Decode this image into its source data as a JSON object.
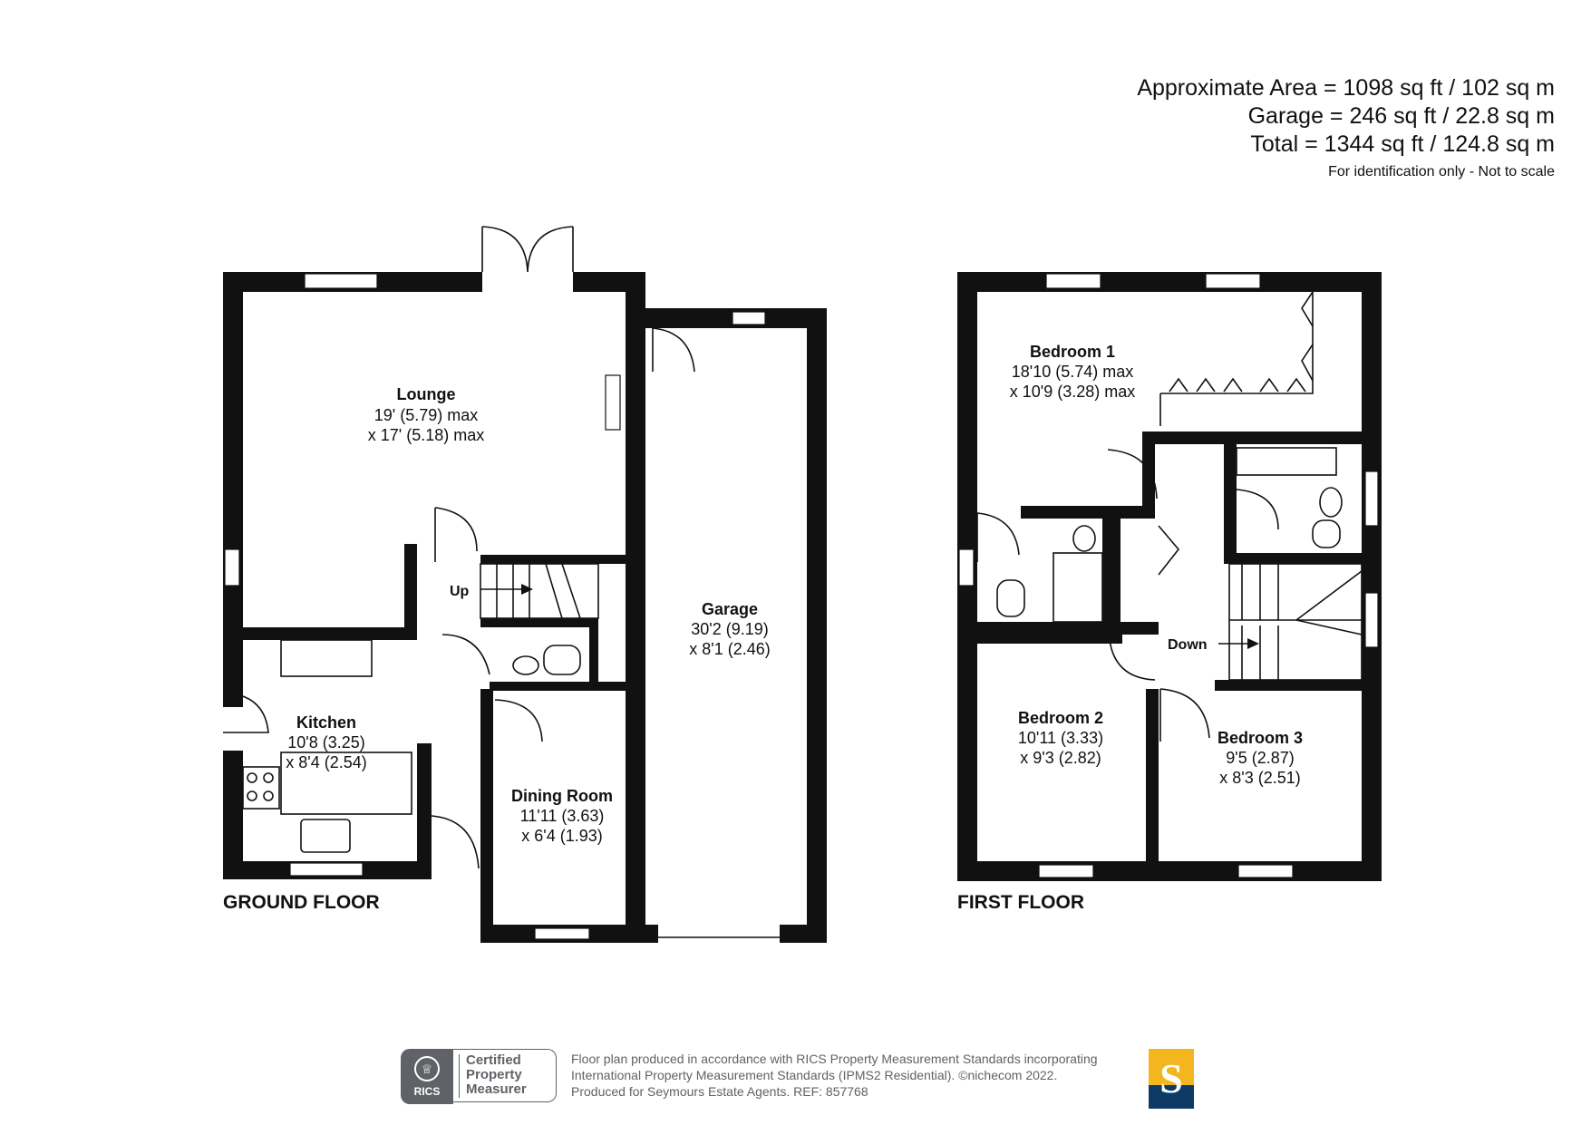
{
  "area": {
    "approx": "Approximate Area = 1098 sq ft / 102 sq m",
    "garage": "Garage = 246 sq ft / 22.8 sq m",
    "total": "Total = 1344 sq ft / 124.8 sq m",
    "note": "For identification only - Not to scale"
  },
  "ground_floor": {
    "label": "GROUND FLOOR",
    "up_label": "Up",
    "rooms": {
      "lounge": {
        "name": "Lounge",
        "dim1": "19' (5.79) max",
        "dim2": "x 17' (5.18) max"
      },
      "kitchen": {
        "name": "Kitchen",
        "dim1": "10'8 (3.25)",
        "dim2": "x 8'4 (2.54)"
      },
      "dining": {
        "name": "Dining Room",
        "dim1": "11'11 (3.63)",
        "dim2": "x 6'4 (1.93)"
      },
      "garage": {
        "name": "Garage",
        "dim1": "30'2 (9.19)",
        "dim2": "x 8'1 (2.46)"
      }
    }
  },
  "first_floor": {
    "label": "FIRST FLOOR",
    "down_label": "Down",
    "rooms": {
      "bedroom1": {
        "name": "Bedroom 1",
        "dim1": "18'10 (5.74) max",
        "dim2": "x 10'9 (3.28) max"
      },
      "bedroom2": {
        "name": "Bedroom 2",
        "dim1": "10'11 (3.33)",
        "dim2": "x 9'3 (2.82)"
      },
      "bedroom3": {
        "name": "Bedroom 3",
        "dim1": "9'5 (2.87)",
        "dim2": "x 8'3 (2.51)"
      }
    }
  },
  "footer": {
    "rics_abbr": "RICS",
    "badge_line1": "Certified",
    "badge_line2": "Property",
    "badge_line3": "Measurer",
    "text1": "Floor plan produced in accordance with RICS Property Measurement Standards incorporating",
    "text2": "International Property Measurement Standards (IPMS2 Residential).  ©nichecom 2022.",
    "text3": "Produced for Seymours Estate Agents.   REF:  857768",
    "logo_letter": "S"
  },
  "colors": {
    "wall": "#111111",
    "brand_yellow": "#f3b61f",
    "brand_navy": "#0d3b66",
    "rics_grey": "#5f6266"
  }
}
